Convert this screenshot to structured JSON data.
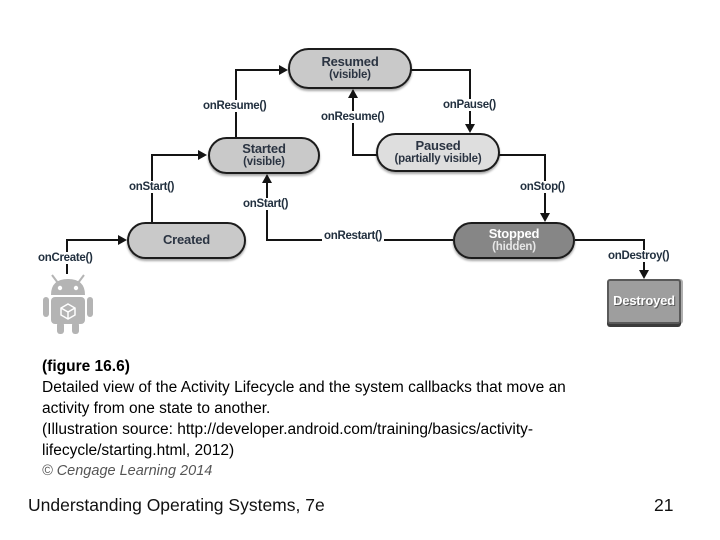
{
  "diagram": {
    "states": {
      "resumed": {
        "label": "Resumed",
        "sublabel": "(visible)"
      },
      "started": {
        "label": "Started",
        "sublabel": "(visible)"
      },
      "paused": {
        "label": "Paused",
        "sublabel": "(partially visible)"
      },
      "created": {
        "label": "Created"
      },
      "stopped": {
        "label": "Stopped",
        "sublabel": "(hidden)"
      },
      "destroyed": {
        "label": "Destroyed"
      }
    },
    "callbacks": {
      "on_create": "onCreate()",
      "on_start_left": "onStart()",
      "on_start_right": "onStart()",
      "on_resume_left": "onResume()",
      "on_resume_center": "onResume()",
      "on_pause": "onPause()",
      "on_stop": "onStop()",
      "on_restart": "onRestart()",
      "on_destroy": "onDestroy()"
    },
    "colors": {
      "state_fill": "#c9c9c9",
      "paused_fill": "#dedede",
      "stopped_fill": "#868686",
      "destroyed_fill": "#9e9e9e",
      "state_text": "#2b3442",
      "connector": "#141414",
      "robot": "#b4b4b4"
    },
    "robot_icon": "android-robot"
  },
  "caption": {
    "title": "(figure 16.6)",
    "lines": [
      "Detailed view of the Activity Lifecycle and the system callbacks that move an",
      "activity from one state to another.",
      "(Illustration source: http://developer.android.com/training/basics/activity-",
      "lifecycle/starting.html, 2012)"
    ],
    "credit": "© Cengage Learning 2014"
  },
  "footer": {
    "book_title": "Understanding Operating Systems, 7e",
    "page_number": "21"
  }
}
